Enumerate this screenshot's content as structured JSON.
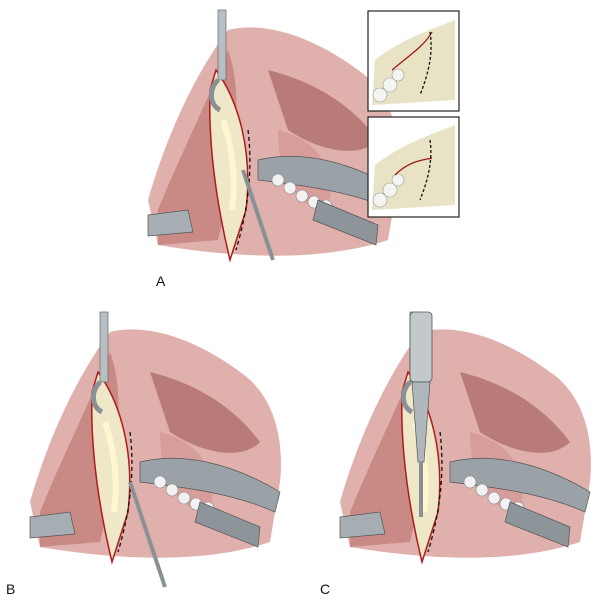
{
  "panels": [
    {
      "label": "A"
    },
    {
      "label": "B"
    },
    {
      "label": "C"
    }
  ],
  "colors": {
    "tissue": "#d9a3a0",
    "tissue_dark": "#b8706e",
    "bone": "#eee6c4",
    "metal": "#9aa2a8",
    "incision": "#a01818",
    "inset_border": "#222222"
  }
}
